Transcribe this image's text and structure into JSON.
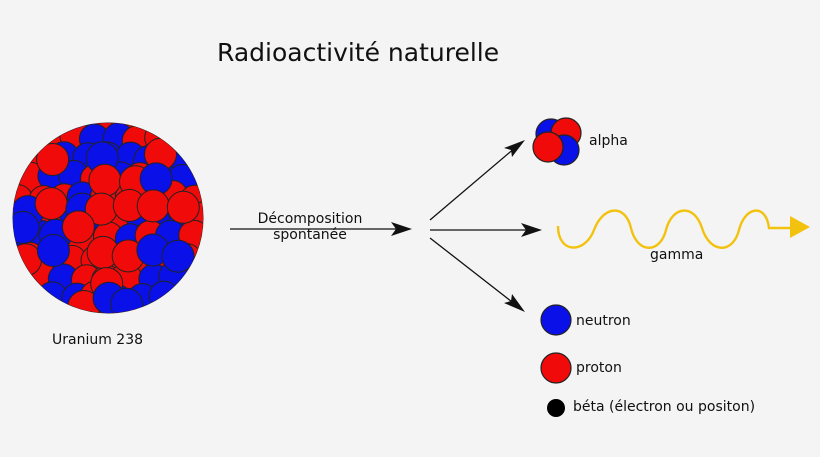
{
  "title": "Radioactivité naturelle",
  "nucleus": {
    "label": "Uranium 238"
  },
  "process": {
    "label_line1": "Décomposition",
    "label_line2": "spontanée"
  },
  "products": {
    "alpha": "alpha",
    "gamma": "gamma"
  },
  "legend": {
    "neutron": "neutron",
    "proton": "proton",
    "beta": "béta (électron ou positon)"
  },
  "colors": {
    "background": "#f4f4f4",
    "neutron": "#0a10e8",
    "proton": "#f00a0a",
    "beta": "#000000",
    "gamma_wave": "#f2c20f",
    "arrow": "#111111",
    "outline": "#222222"
  }
}
